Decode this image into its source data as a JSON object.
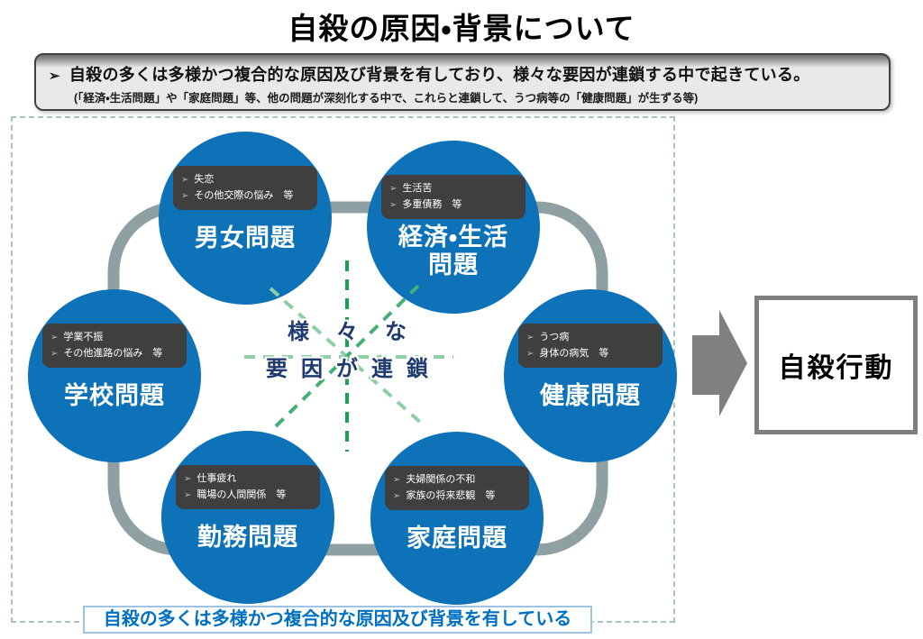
{
  "title": "自殺の原因・背景について",
  "summary": {
    "line1": "自殺の多くは多様かつ複合的な原因及び背景を有しており、様々な要因が連鎖する中で起きている。",
    "line2": "(「経済・生活問題」や「家庭問題」等、他の問題が深刻化する中で、これらと連鎖して、うつ病等の「健康問題」が生ずる等)"
  },
  "icons": {
    "bullet": "➢"
  },
  "circles": [
    {
      "label": "男女問題",
      "label2": "",
      "items": [
        "失恋",
        "その他交際の悩み　等"
      ]
    },
    {
      "label": "経済・生活",
      "label2": "問題",
      "items": [
        "生活苦",
        "多重債務　等"
      ]
    },
    {
      "label": "学校問題",
      "label2": "",
      "items": [
        "学業不振",
        "その他進路の悩み　等"
      ]
    },
    {
      "label": "健康問題",
      "label2": "",
      "items": [
        "うつ病",
        "身体の病気　等"
      ]
    },
    {
      "label": "勤務問題",
      "label2": "",
      "items": [
        "仕事疲れ",
        "職場の人間関係　等"
      ]
    },
    {
      "label": "家庭問題",
      "label2": "",
      "items": [
        "夫婦関係の不和",
        "家族の将来悲観　等"
      ]
    }
  ],
  "center": {
    "line1": "様々な",
    "line2": "要因が連鎖"
  },
  "outcome": {
    "label": "自殺行動"
  },
  "bottom_note": "自殺の多くは多様かつ複合的な原因及び背景を有している",
  "colors": {
    "circle_blue": "#0e72b9",
    "badge_dark": "#3f3f3f",
    "track_gray": "#8fa0a2",
    "accent_blue": "#0070c0",
    "navy": "#1e3a6e",
    "green_dark": "#17a254",
    "green_mid": "#45b075",
    "green_light": "#8ed0a6",
    "arrow_gray": "#808080"
  }
}
